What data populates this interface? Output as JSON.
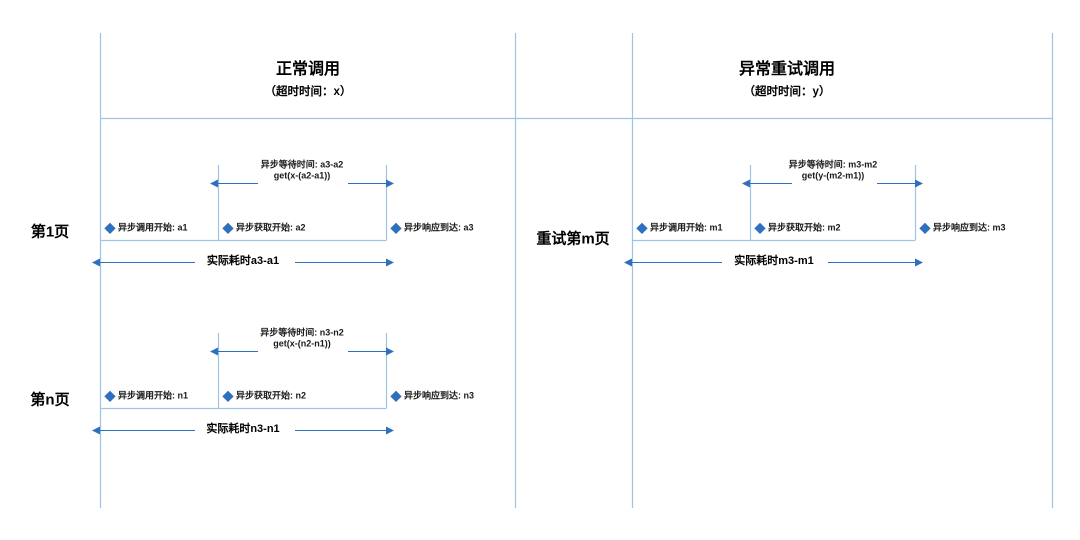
{
  "diagram": {
    "title_hidden": "",
    "colors": {
      "line": "#9dc3e6",
      "arrow": "#2e6fbe",
      "marker": "#2e6fbe",
      "text": "#1a1a1a",
      "background": "#ffffff"
    },
    "panels": [
      {
        "id": "normal-call",
        "title": "正常调用",
        "subtitle": "（超时时间：x）",
        "rows": [
          {
            "id": "page-1",
            "row_label": "第1页",
            "wait_line_1": "异步等待时间: a3-a2",
            "wait_line_2": "get(x-(a2-a1))",
            "events": [
              {
                "id": "call-start",
                "label": "异步调用开始: a1"
              },
              {
                "id": "fetch-start",
                "label": "异步获取开始: a2"
              },
              {
                "id": "response-arrive",
                "label": "异步响应到达: a3"
              }
            ],
            "total_label": "实际耗时a3-a1"
          },
          {
            "id": "page-n",
            "row_label": "第n页",
            "wait_line_1": "异步等待时间: n3-n2",
            "wait_line_2": "get(x-(n2-n1))",
            "events": [
              {
                "id": "call-start",
                "label": "异步调用开始: n1"
              },
              {
                "id": "fetch-start",
                "label": "异步获取开始: n2"
              },
              {
                "id": "response-arrive",
                "label": "异步响应到达: n3"
              }
            ],
            "total_label": "实际耗时n3-n1"
          }
        ]
      },
      {
        "id": "retry-call",
        "title": "异常重试调用",
        "subtitle": "（超时时间：y）",
        "rows": [
          {
            "id": "retry-page-m",
            "row_label": "重试第m页",
            "wait_line_1": "异步等待时间: m3-m2",
            "wait_line_2": "get(y-(m2-m1))",
            "events": [
              {
                "id": "call-start",
                "label": "异步调用开始: m1"
              },
              {
                "id": "fetch-start",
                "label": "异步获取开始: m2"
              },
              {
                "id": "response-arrive",
                "label": "异步响应到达: m3"
              }
            ],
            "total_label": "实际耗时m3-m1"
          }
        ]
      }
    ]
  }
}
